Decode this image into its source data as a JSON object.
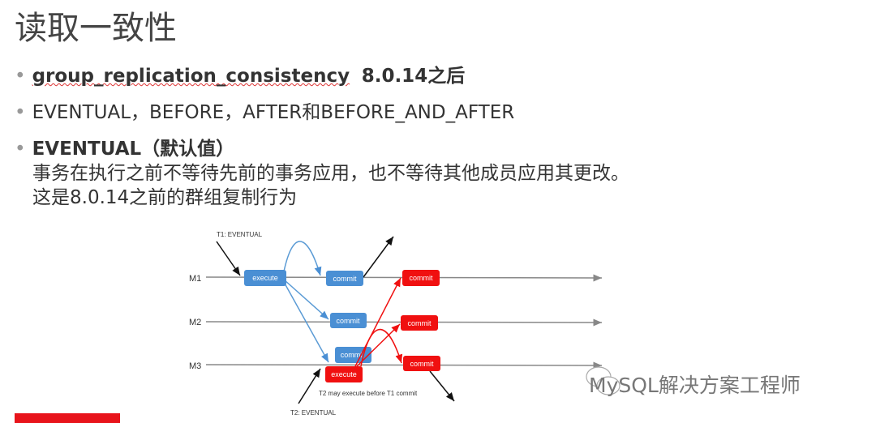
{
  "title": "读取一致性",
  "bullets": {
    "b1_param": "group_replication_consistency",
    "b1_rest": "8.0.14之后",
    "b2": "EVENTUAL，BEFORE，AFTER和BEFORE_AND_AFTER",
    "b3_title": "EVENTUAL（默认值）",
    "b3_line1": "事务在执行之前不等待先前的事务应用，也不等待其他成员应用其更改。",
    "b3_line2": "这是8.0.14之前的群组复制行为"
  },
  "diagram": {
    "m1": "M1",
    "m2": "M2",
    "m3": "M3",
    "t1": "T1: EVENTUAL",
    "t2": "T2: EVENTUAL",
    "execute": "execute",
    "commit": "commit",
    "commit_partial": "commi",
    "note": "T2 may execute before T1 commit",
    "colors": {
      "blue": "#4a8fd4",
      "red": "#f01010"
    }
  },
  "watermark": "MySQL解决方案工程师"
}
